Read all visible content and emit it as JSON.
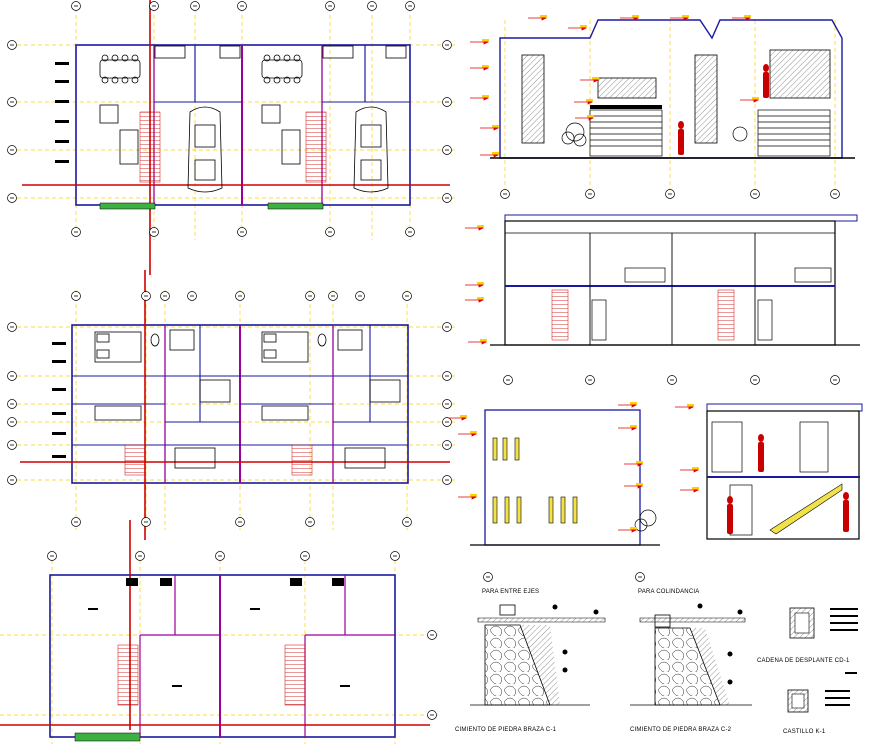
{
  "drawing": {
    "detail_labels": {
      "between_axes": "PARA ENTRE EJES",
      "boundary": "PARA COLINDANCIA",
      "footing_1": "CIMIENTO DE PIEDRA BRAZA C-1",
      "footing_2": "CIMIENTO DE PIEDRA BRAZA C-2",
      "chain_beam": "CADENA DE DESPLANTE CD-1",
      "castillo": "CASTILLO K-1"
    },
    "colors": {
      "wall": "#1a1aa0",
      "axis": "#ffd000",
      "section_line": "#d00000",
      "structure": "#9a009a",
      "furniture": "#000000",
      "planter": "#3cb040"
    }
  }
}
